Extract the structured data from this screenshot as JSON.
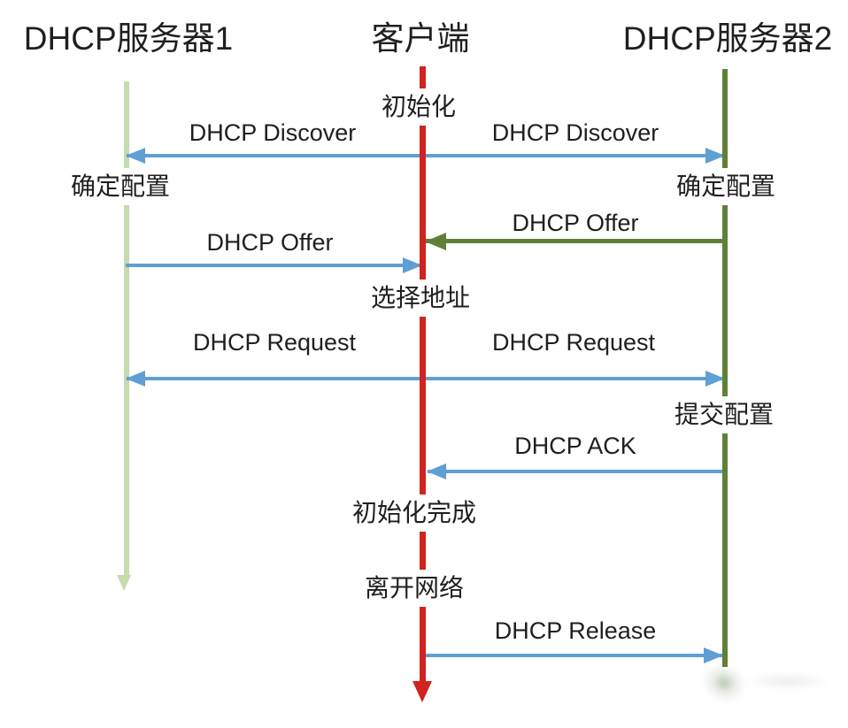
{
  "diagram": {
    "actors": [
      {
        "id": "server1",
        "label": "DHCP服务器1"
      },
      {
        "id": "client",
        "label": "客户端"
      },
      {
        "id": "server2",
        "label": "DHCP服务器2"
      }
    ],
    "messages": [
      {
        "label": "DHCP Discover",
        "from": "client",
        "to": "server1"
      },
      {
        "label": "DHCP Discover",
        "from": "client",
        "to": "server2"
      },
      {
        "label": "DHCP Offer",
        "from": "server2",
        "to": "client"
      },
      {
        "label": "DHCP Offer",
        "from": "server1",
        "to": "client"
      },
      {
        "label": "DHCP Request",
        "from": "client",
        "to": "server1"
      },
      {
        "label": "DHCP Request",
        "from": "client",
        "to": "server2"
      },
      {
        "label": "DHCP ACK",
        "from": "server2",
        "to": "client"
      },
      {
        "label": "DHCP Release",
        "from": "client",
        "to": "server2"
      }
    ],
    "state_labels": [
      {
        "text": "初始化",
        "actor": "client"
      },
      {
        "text": "确定配置",
        "actor": "server1"
      },
      {
        "text": "确定配置",
        "actor": "server2"
      },
      {
        "text": "选择地址",
        "actor": "client"
      },
      {
        "text": "提交配置",
        "actor": "server2"
      },
      {
        "text": "初始化完成",
        "actor": "client"
      },
      {
        "text": "离开网络",
        "actor": "client"
      }
    ],
    "colors": {
      "server1_lifeline": "#c6dbae",
      "client_lifeline": "#d2231f",
      "server2_lifeline": "#5f8038",
      "message_arrow": "#5f9fd4",
      "offer_arrow": "#5f8038",
      "text": "#1f1f1f"
    }
  }
}
